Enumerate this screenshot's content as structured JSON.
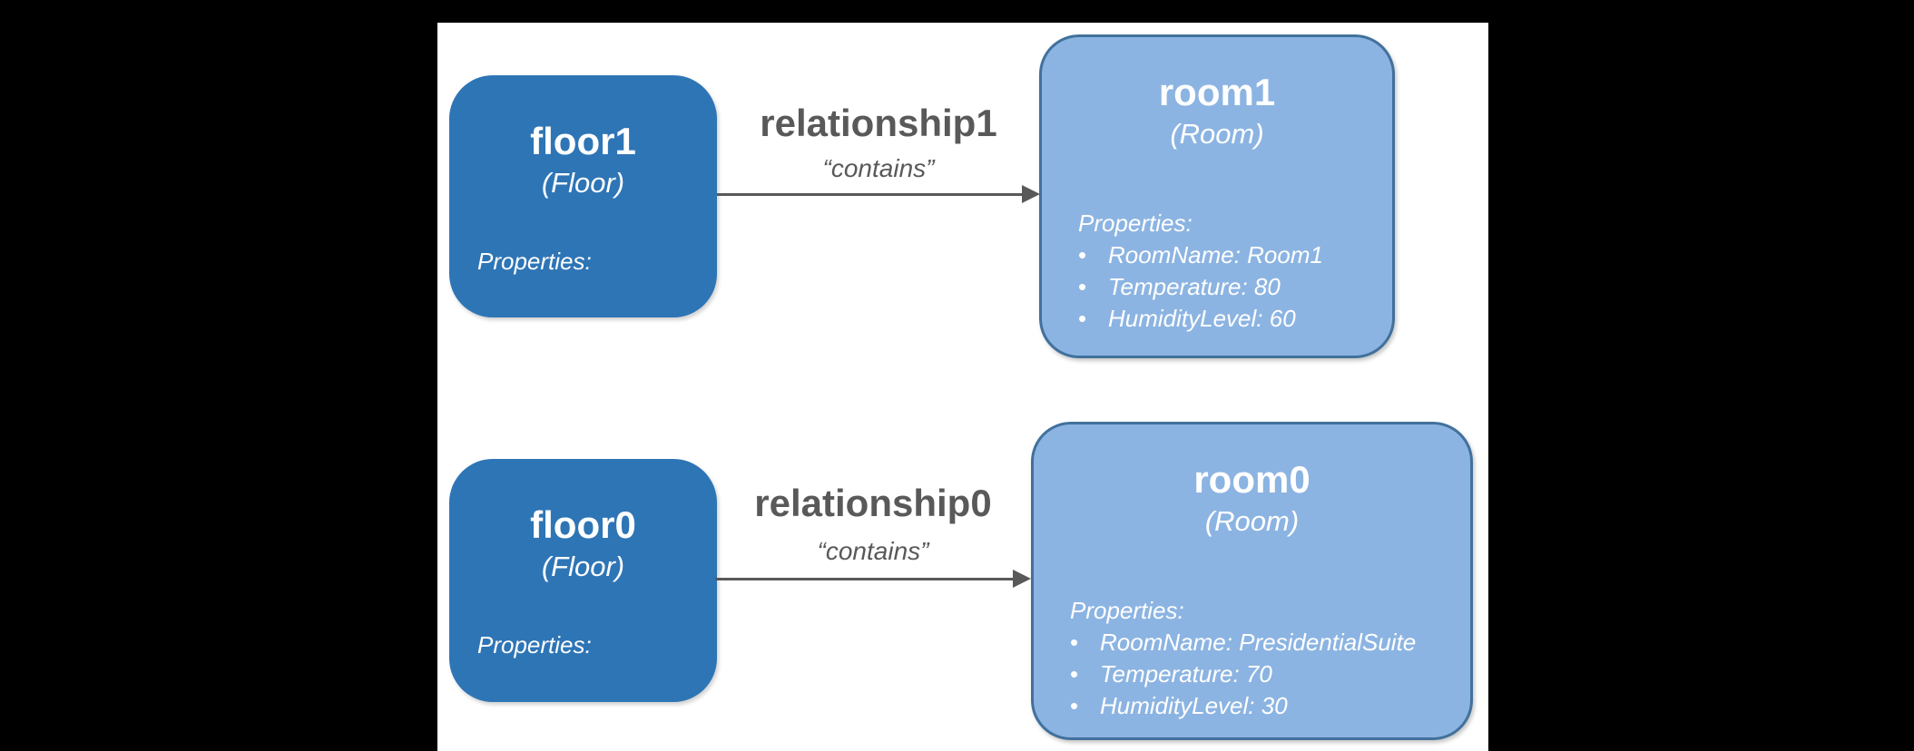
{
  "ui": {
    "bullet_char": "•"
  },
  "colors": {
    "background": "#000000",
    "panel_background": "#ffffff",
    "floor_fill": "#2E75B6",
    "room_fill": "#8CB4E2",
    "room_border": "#41719C",
    "connector_gray": "#595959",
    "node_text": "#ffffff"
  },
  "nodes": {
    "floor1": {
      "title": "floor1",
      "type_label": "(Floor)",
      "properties_label": "Properties:"
    },
    "floor0": {
      "title": "floor0",
      "type_label": "(Floor)",
      "properties_label": "Properties:"
    },
    "room1": {
      "title": "room1",
      "type_label": "(Room)",
      "properties_label": "Properties:",
      "properties": [
        "RoomName: Room1",
        "Temperature: 80",
        "HumidityLevel: 60"
      ]
    },
    "room0": {
      "title": "room0",
      "type_label": "(Room)",
      "properties_label": "Properties:",
      "properties": [
        "RoomName: PresidentialSuite",
        "Temperature: 70",
        "HumidityLevel: 30"
      ]
    }
  },
  "relationships": {
    "relationship1": {
      "name": "relationship1",
      "label": "“contains”",
      "from": "floor1",
      "to": "room1"
    },
    "relationship0": {
      "name": "relationship0",
      "label": "“contains”",
      "from": "floor0",
      "to": "room0"
    }
  }
}
